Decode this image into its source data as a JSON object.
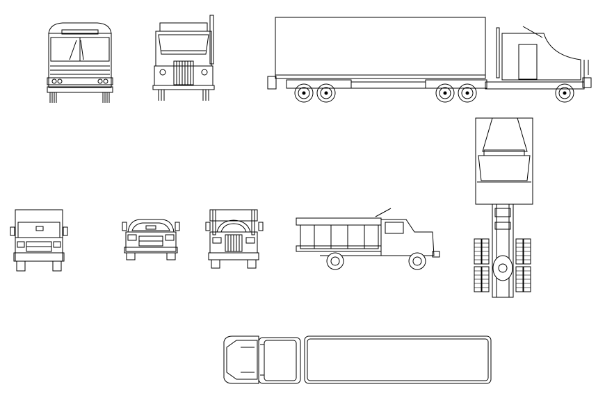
{
  "drawing": {
    "title": "",
    "views": [
      {
        "id": "bus-front",
        "label": ""
      },
      {
        "id": "cabover-truck-front",
        "label": ""
      },
      {
        "id": "semi-trailer-side",
        "label": ""
      },
      {
        "id": "box-truck-front",
        "label": ""
      },
      {
        "id": "pickup-front",
        "label": ""
      },
      {
        "id": "conventional-truck-front",
        "label": ""
      },
      {
        "id": "dump-truck-side",
        "label": ""
      },
      {
        "id": "tractor-top",
        "label": ""
      },
      {
        "id": "semi-trailer-top",
        "label": ""
      }
    ]
  },
  "style": {
    "line_color": "#000000",
    "background": "#ffffff"
  }
}
